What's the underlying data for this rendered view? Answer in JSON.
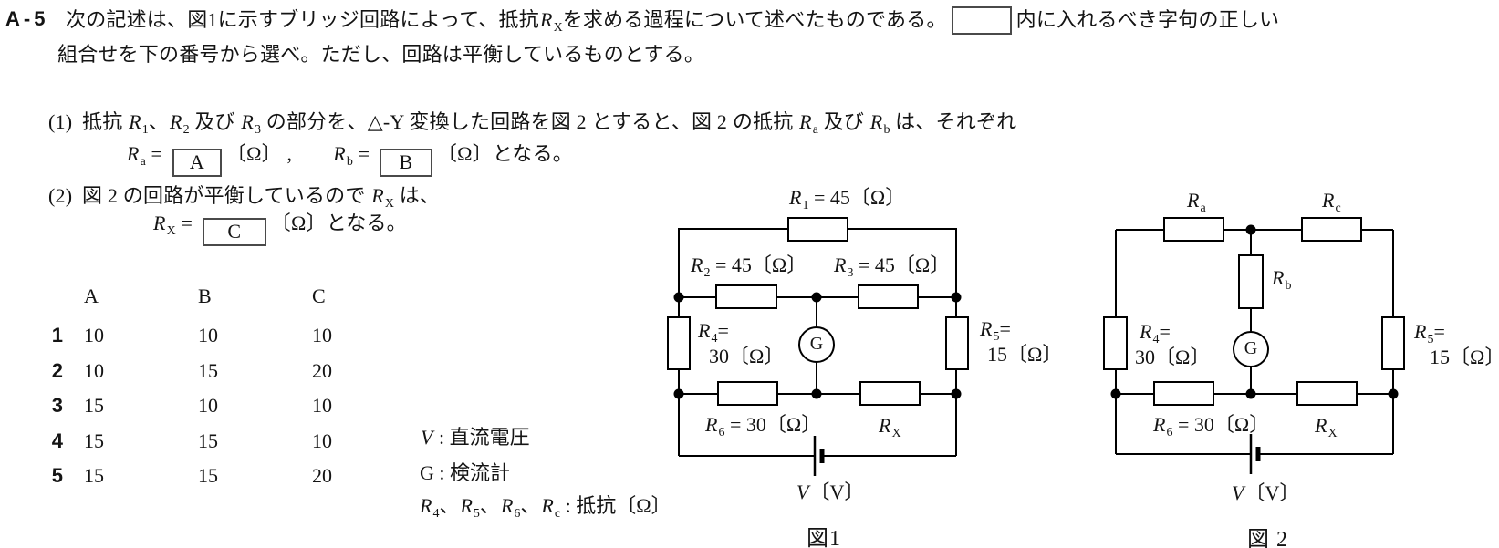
{
  "colors": {
    "ink": "#141414",
    "paper": "#ffffff",
    "box_border": "#4a4a4a"
  },
  "question": {
    "number": "A-5",
    "line1": [
      {
        "t": "次の記述は、図1に示すブリッジ回路によって、抵抗"
      },
      {
        "t": "R",
        "i": 1
      },
      {
        "t": "X",
        "s": 1
      },
      {
        "t": "を求める過程について述べたものである。"
      },
      {
        "b": 1,
        "w": 66
      },
      {
        "t": "内に入れるべき字句の正しい"
      }
    ],
    "line2": "組合せを下の番号から選べ。ただし、回路は平衡しているものとする。",
    "item1_label": "(1)",
    "item1": [
      {
        "t": "抵抗 "
      },
      {
        "t": "R",
        "i": 1
      },
      {
        "t": "1",
        "s": 1
      },
      {
        "t": "、"
      },
      {
        "t": "R",
        "i": 1
      },
      {
        "t": "2",
        "s": 1
      },
      {
        "t": " 及び "
      },
      {
        "t": "R",
        "i": 1
      },
      {
        "t": "3",
        "s": 1
      },
      {
        "t": " の部分を、△-Y 変換した回路を図 2 とすると、図 2 の抵抗 "
      },
      {
        "t": "R",
        "i": 1
      },
      {
        "t": "a",
        "s": 1
      },
      {
        "t": " 及び "
      },
      {
        "t": "R",
        "i": 1
      },
      {
        "t": "b",
        "s": 1
      },
      {
        "t": " は、それぞれ"
      }
    ],
    "item1_formula": [
      {
        "t": "R",
        "i": 1
      },
      {
        "t": "a",
        "s": 1
      },
      {
        "t": " = "
      },
      {
        "t": "A",
        "b": 1,
        "w": 54
      },
      {
        "t": "〔Ω〕 ,"
      },
      {
        "sp": 44
      },
      {
        "t": "R",
        "i": 1
      },
      {
        "t": "b",
        "s": 1
      },
      {
        "t": " = "
      },
      {
        "t": "B",
        "b": 1,
        "w": 58
      },
      {
        "t": "〔Ω〕となる。"
      }
    ],
    "item2_label": "(2)",
    "item2": [
      {
        "t": "図 2 の回路が平衡しているので "
      },
      {
        "t": "R",
        "i": 1
      },
      {
        "t": "X",
        "s": 1
      },
      {
        "t": " は、"
      }
    ],
    "item2_formula": [
      {
        "t": "R",
        "i": 1
      },
      {
        "t": "X",
        "s": 1
      },
      {
        "t": " = "
      },
      {
        "t": "C",
        "b": 1,
        "w": 70
      },
      {
        "t": "〔Ω〕となる。"
      }
    ]
  },
  "choices": {
    "headers": [
      "A",
      "B",
      "C"
    ],
    "rows": [
      [
        "1",
        "10",
        "10",
        "10"
      ],
      [
        "2",
        "10",
        "15",
        "20"
      ],
      [
        "3",
        "15",
        "10",
        "10"
      ],
      [
        "4",
        "15",
        "15",
        "10"
      ],
      [
        "5",
        "15",
        "15",
        "20"
      ]
    ]
  },
  "legend": {
    "v": [
      {
        "t": "V",
        "i": 1
      },
      {
        "t": " : 直流電圧"
      }
    ],
    "g": [
      {
        "t": "G : 検流計"
      }
    ],
    "r": [
      {
        "t": "R",
        "i": 1
      },
      {
        "t": "4",
        "s": 1
      },
      {
        "t": "、"
      },
      {
        "t": "R",
        "i": 1
      },
      {
        "t": "5",
        "s": 1
      },
      {
        "t": "、"
      },
      {
        "t": "R",
        "i": 1
      },
      {
        "t": "6",
        "s": 1
      },
      {
        "t": "、"
      },
      {
        "t": "R",
        "i": 1
      },
      {
        "t": "c",
        "s": 1
      },
      {
        "t": " : 抵抗〔Ω〕"
      }
    ]
  },
  "fig1": {
    "caption": "図1",
    "g": "G",
    "r1": [
      {
        "t": "R",
        "i": 1
      },
      {
        "t": "1",
        "s": 1
      },
      {
        "t": " = 45〔Ω〕"
      }
    ],
    "r2": [
      {
        "t": "R",
        "i": 1
      },
      {
        "t": "2",
        "s": 1
      },
      {
        "t": " = 45〔Ω〕"
      }
    ],
    "r3": [
      {
        "t": "R",
        "i": 1
      },
      {
        "t": "3",
        "s": 1
      },
      {
        "t": " = 45〔Ω〕"
      }
    ],
    "r4a": [
      {
        "t": "R",
        "i": 1
      },
      {
        "t": "4",
        "s": 1
      },
      {
        "t": "="
      }
    ],
    "r4b": [
      {
        "t": "30〔Ω〕"
      }
    ],
    "r5a": [
      {
        "t": "R",
        "i": 1
      },
      {
        "t": "5",
        "s": 1
      },
      {
        "t": "="
      }
    ],
    "r5b": [
      {
        "t": "15〔Ω〕"
      }
    ],
    "r6": [
      {
        "t": "R",
        "i": 1
      },
      {
        "t": "6",
        "s": 1
      },
      {
        "t": " = 30〔Ω〕"
      }
    ],
    "rx": [
      {
        "t": "R",
        "i": 1
      },
      {
        "t": "X",
        "s": 1
      }
    ],
    "v": [
      {
        "t": "V",
        "i": 1
      },
      {
        "t": "〔V〕"
      }
    ]
  },
  "fig2": {
    "caption": "図 2",
    "g": "G",
    "ra": [
      {
        "t": "R",
        "i": 1
      },
      {
        "t": "a",
        "s": 1
      }
    ],
    "rb": [
      {
        "t": "R",
        "i": 1
      },
      {
        "t": "b",
        "s": 1
      }
    ],
    "rc": [
      {
        "t": "R",
        "i": 1
      },
      {
        "t": "c",
        "s": 1
      }
    ],
    "r4a": [
      {
        "t": "R",
        "i": 1
      },
      {
        "t": "4",
        "s": 1
      },
      {
        "t": "="
      }
    ],
    "r4b": [
      {
        "t": "30〔Ω〕"
      }
    ],
    "r5a": [
      {
        "t": "R",
        "i": 1
      },
      {
        "t": "5",
        "s": 1
      },
      {
        "t": "="
      }
    ],
    "r5b": [
      {
        "t": "15〔Ω〕"
      }
    ],
    "r6": [
      {
        "t": "R",
        "i": 1
      },
      {
        "t": "6",
        "s": 1
      },
      {
        "t": " = 30〔Ω〕"
      }
    ],
    "rx": [
      {
        "t": "R",
        "i": 1
      },
      {
        "t": "X",
        "s": 1
      }
    ],
    "v": [
      {
        "t": "V",
        "i": 1
      },
      {
        "t": "〔V〕"
      }
    ]
  }
}
